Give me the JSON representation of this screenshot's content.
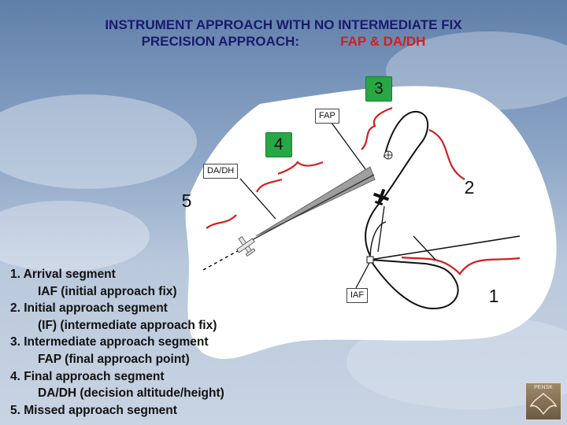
{
  "title": {
    "line1": "INSTRUMENT APPROACH WITH NO INTERMEDIATE FIX",
    "line2_prefix": "PRECISION APPROACH:",
    "line2_accent": "FAP & DA/DH"
  },
  "legend": [
    {
      "main": "1. Arrival segment",
      "sub": "IAF (initial approach fix)"
    },
    {
      "main": "2. Initial approach segment",
      "sub": "(IF) (intermediate approach fix)"
    },
    {
      "main": "3. Intermediate approach segment",
      "sub": "FAP (final approach point)"
    },
    {
      "main": "4. Final approach segment",
      "sub": "DA/DH (decision altitude/height)"
    },
    {
      "main": "5. Missed approach segment",
      "sub": ""
    }
  ],
  "diagram": {
    "segments": {
      "one": "1",
      "two": "2",
      "three": "3",
      "four": "4",
      "five": "5"
    },
    "labels": {
      "fap": "FAP",
      "dadh": "DA/DH",
      "iaf": "IAF"
    }
  },
  "colors": {
    "brace": "#d11f1f",
    "segment_box": "#28a745",
    "title": "#1a1a6e",
    "accent": "#d31f1f"
  },
  "logo": {
    "text": "PENSK"
  }
}
